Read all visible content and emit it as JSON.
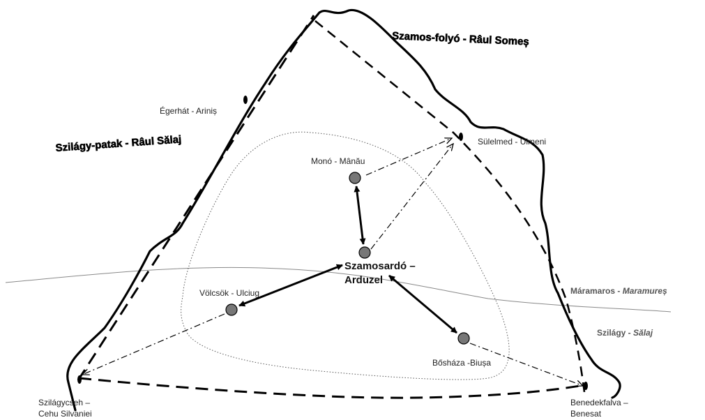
{
  "rivers": {
    "szamos": "Szamos-folyó - Râul Someș",
    "szilagy": "Szilágy-patak - Râul Sălaj"
  },
  "counties": {
    "maramaros": {
      "hu": "Máramaros - ",
      "ro": "Maramureș"
    },
    "szilagy": {
      "hu": "Szilágy - ",
      "ro": "Sălaj"
    }
  },
  "settlements": {
    "egerhat": {
      "name": "Égerhát - Ariniș"
    },
    "sulelmed": {
      "name": "Sülelmed - Ulmeni"
    },
    "mono": {
      "name": "Monó - Mânău"
    },
    "szamosardo": {
      "line1": "Szamosardó –",
      "line2": "Arduzel"
    },
    "volcsok": {
      "name": "Völcsök - Ulciug"
    },
    "boshaza": {
      "name": "Bősháza -Biușa"
    },
    "szilagycseh": {
      "line1": "Szilágycseh –",
      "line2": "Cehu Silvaniei"
    },
    "benedekfalva": {
      "line1": "Benedekfalva –",
      "line2": "Benesat"
    }
  },
  "colors": {
    "line": "#000000",
    "node_fill": "#777777",
    "county_border": "#888888",
    "county_label": "#555555"
  }
}
